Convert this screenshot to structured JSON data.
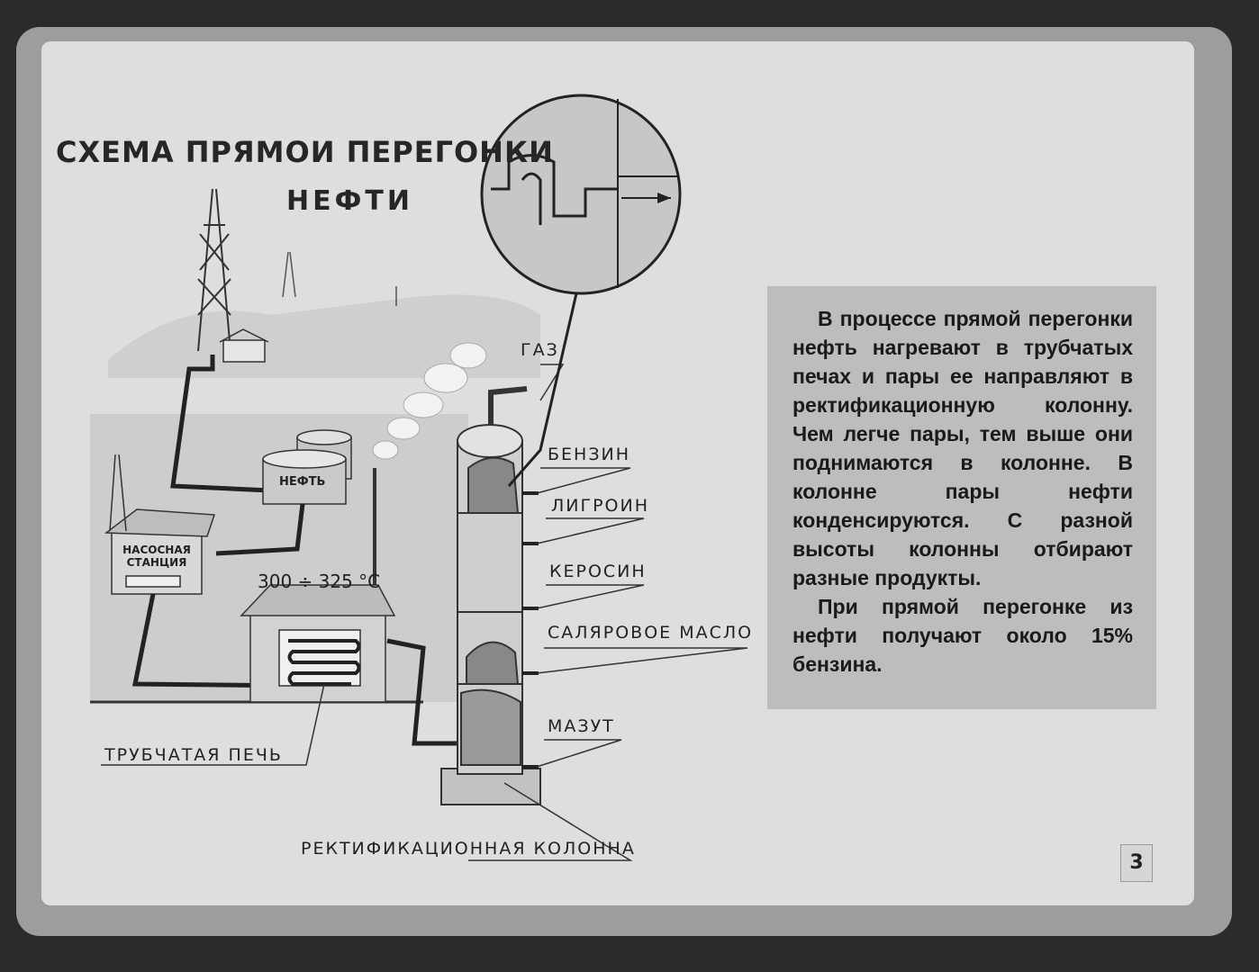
{
  "title": {
    "line1": "СХЕМА ПРЯМОИ ПЕРЕГОНКИ",
    "line2": "НЕФТИ"
  },
  "labels": {
    "gas": "ГАЗ",
    "gasoline": "БЕНЗИН",
    "ligroin": "ЛИГРОИН",
    "kerosene": "КЕРОСИН",
    "solar_oil": "САЛЯРОВОЕ МАСЛО",
    "fuel_oil": "МАЗУТ",
    "tube_furnace": "ТРУБЧАТАЯ ПЕЧЬ",
    "column": "РЕКТИФИКАЦИОННАЯ КОЛОННА",
    "tank": "НЕФТЬ",
    "pump_station_1": "НАСОСНАЯ",
    "pump_station_2": "СТАНЦИЯ",
    "temperature": "300 ÷ 325 °С"
  },
  "text": {
    "para1": "В процессе прямой перегонки нефть нагревают в трубчатых печах и пары ее направляют в ректификационную колонну. Чем легче пары, тем выше они поднимаются в колонне. В колонне пары нефти конденсируются. С разной высоты колонны отбирают разные продукты.",
    "para2": "При прямой перегонке из нефти получают около 15% бензина."
  },
  "page_number": "3"
}
